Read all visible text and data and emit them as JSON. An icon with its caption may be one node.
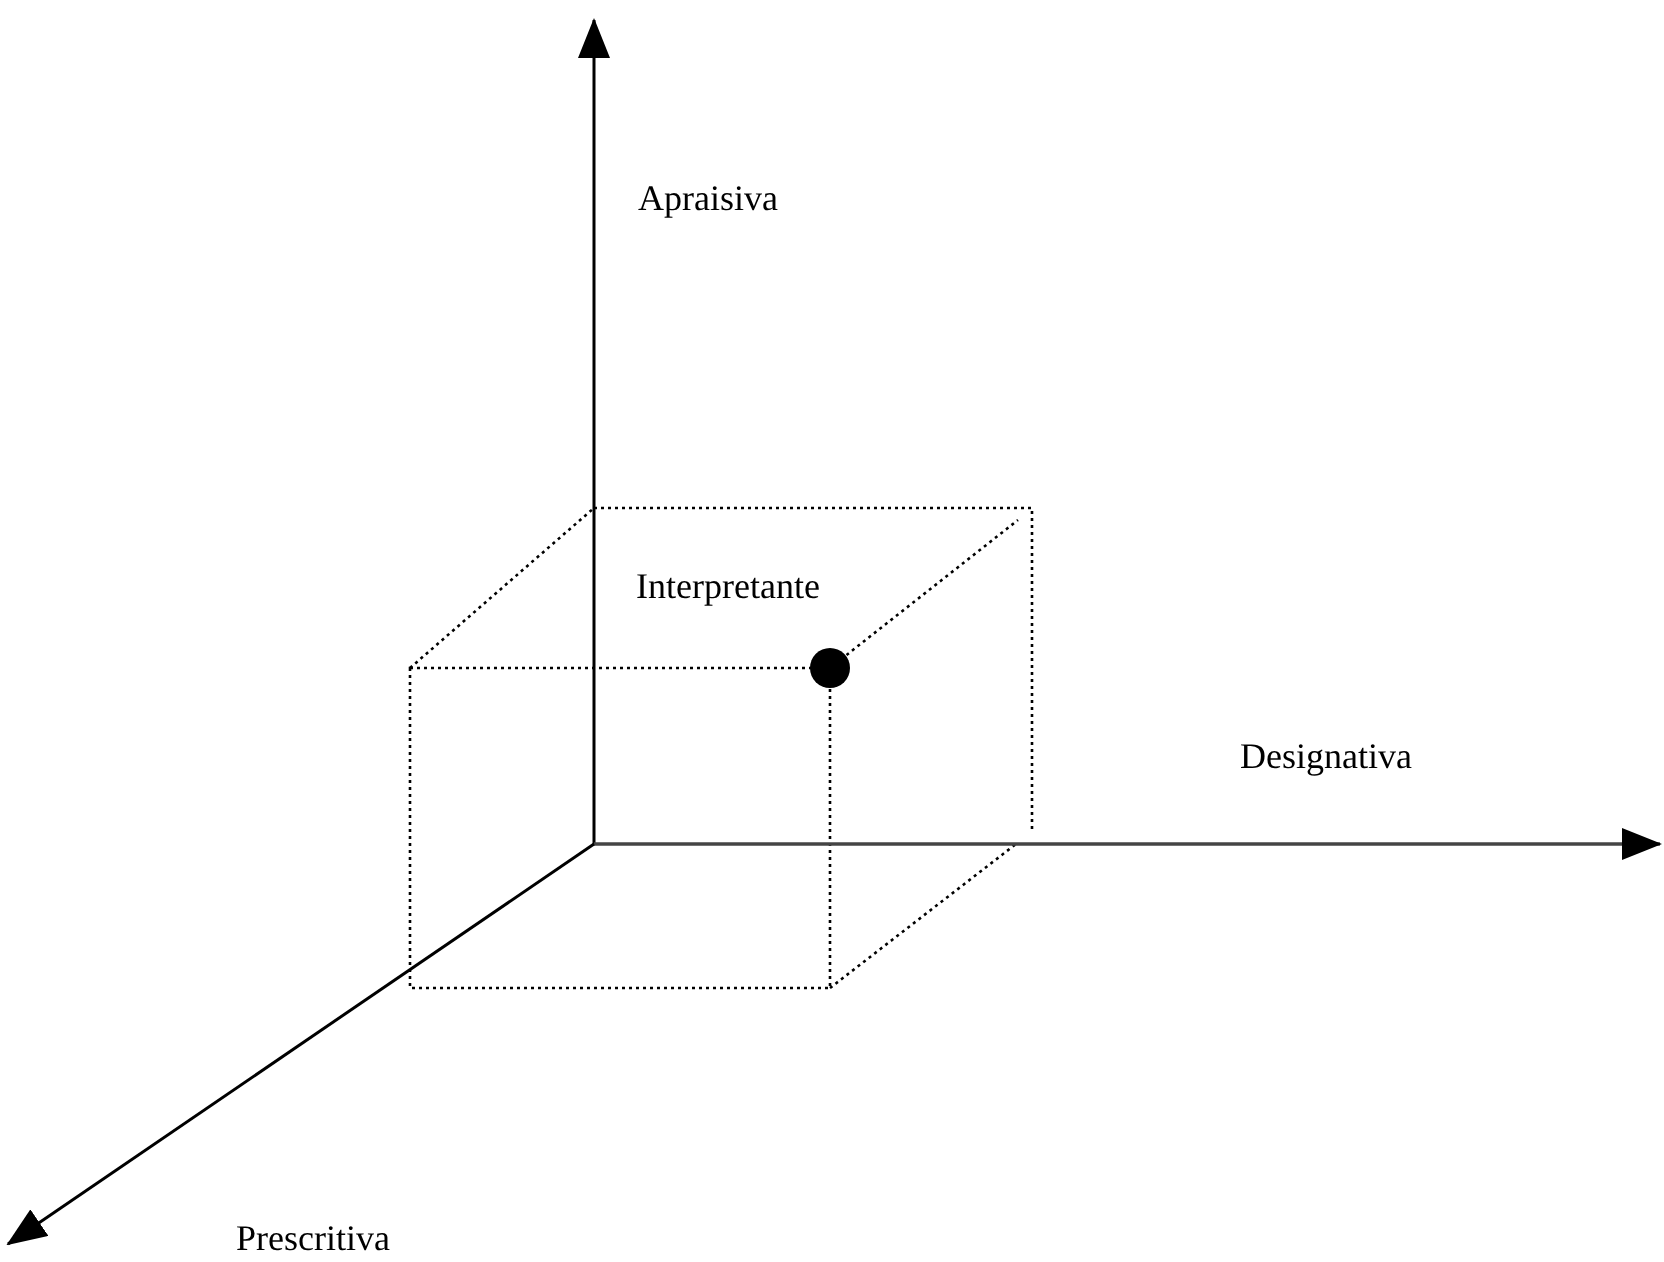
{
  "diagram": {
    "labels": [
      "Apraisiva",
      "Interpretante",
      "Designativa",
      "Prescritiva"
    ]
  }
}
